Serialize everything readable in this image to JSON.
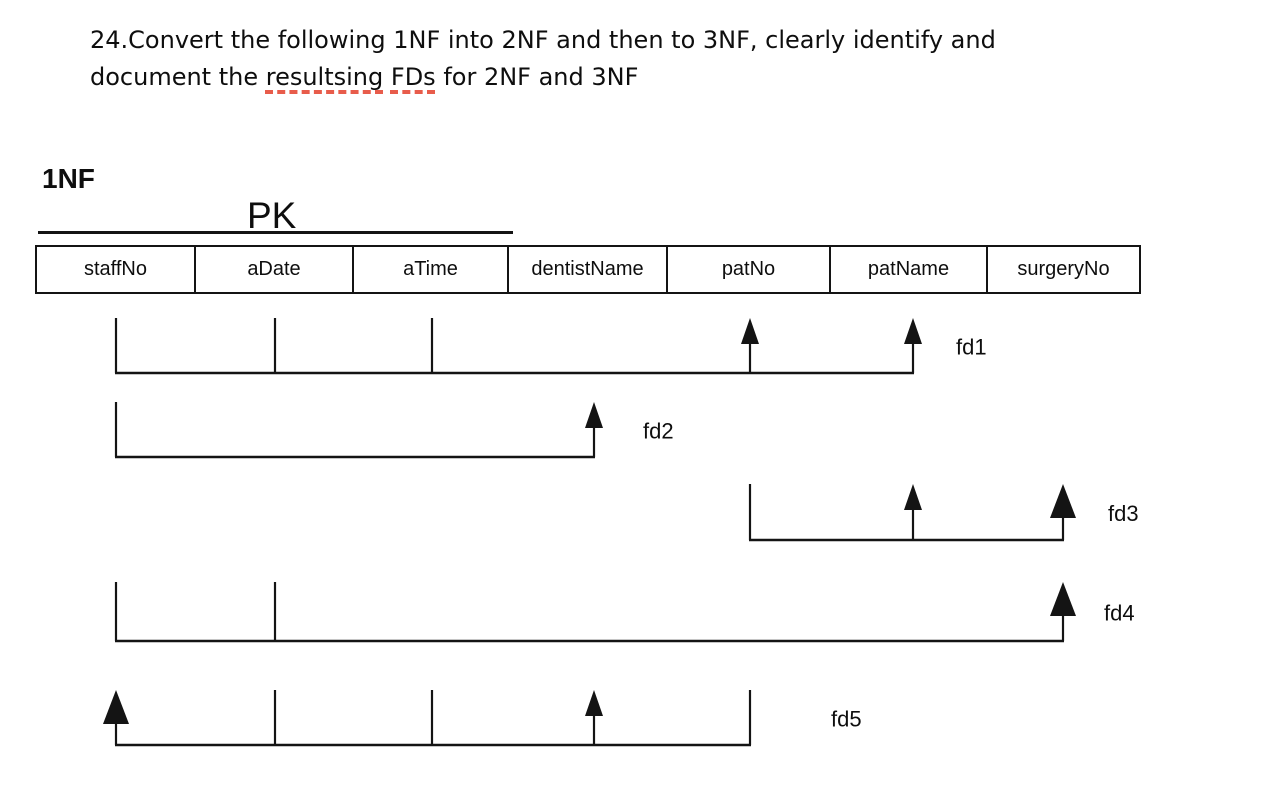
{
  "question": {
    "line1": "24.Convert the following 1NF into 2NF and then to 3NF, clearly identify and",
    "line2": {
      "prefix": "document the ",
      "word1": "resultsing",
      "sep": " ",
      "word2": "FDs",
      "suffix": " for 2NF and 3NF"
    }
  },
  "section_label": "1NF",
  "pk_label": "PK",
  "table": {
    "columns": [
      "staffNo",
      "aDate",
      "aTime",
      "dentistName",
      "patNo",
      "patName",
      "surgeryNo"
    ],
    "pk_columns": [
      "staffNo",
      "aDate",
      "aTime"
    ]
  },
  "fds": [
    {
      "label": "fd1",
      "determinants": [
        "staffNo",
        "aDate",
        "aTime"
      ],
      "dependents": [
        "patNo",
        "patName"
      ]
    },
    {
      "label": "fd2",
      "determinants": [
        "staffNo"
      ],
      "dependents": [
        "dentistName"
      ]
    },
    {
      "label": "fd3",
      "determinants": [
        "patNo"
      ],
      "dependents": [
        "patName",
        "surgeryNo"
      ]
    },
    {
      "label": "fd4",
      "determinants": [
        "staffNo",
        "aDate"
      ],
      "dependents": [
        "surgeryNo"
      ]
    },
    {
      "label": "fd5",
      "determinants": [
        "aDate",
        "aTime",
        "patNo"
      ],
      "dependents": [
        "staffNo",
        "dentistName"
      ]
    }
  ],
  "colors": {
    "ink": "#141414",
    "spellcheck_underline": "#e85c4b"
  }
}
